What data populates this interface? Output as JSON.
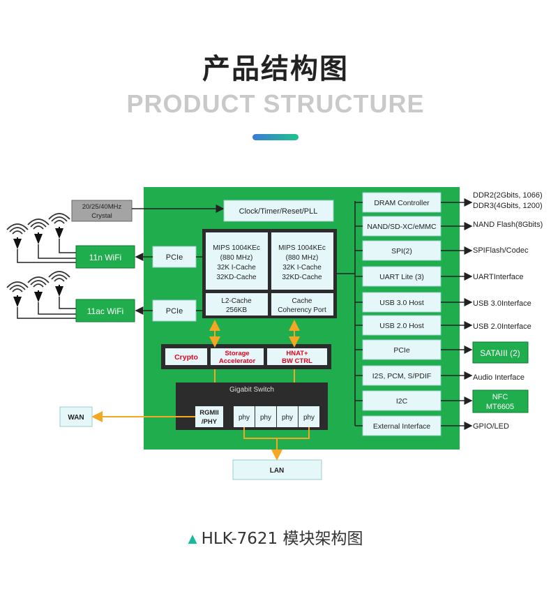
{
  "header": {
    "title_cn": "产品结构图",
    "title_en": "PRODUCT STRUCTURE"
  },
  "colors": {
    "board_green": "#1fad4d",
    "box_fill": "#e6f7fa",
    "dark": "#2c2c2c",
    "red_text": "#e8001c",
    "arrow_orange": "#f5a623",
    "accent_blue": "#3a7bd5",
    "accent_teal": "#1fc48a"
  },
  "diagram": {
    "crystal": {
      "line1": "20/25/40MHz",
      "line2": "Crystal"
    },
    "clock": "Clock/Timer/Reset/PLL",
    "wifi_11n": "11n WiFi",
    "wifi_11ac": "11ac WiFi",
    "pcie_left_1": "PCIe",
    "pcie_left_2": "PCIe",
    "cpu": [
      {
        "l1": "MIPS 1004KEc",
        "l2": "(880 MHz)",
        "l3": "32K I-Cache",
        "l4": "32KD-Cache"
      },
      {
        "l1": "MIPS 1004KEc",
        "l2": "(880 MHz)",
        "l3": "32K I-Cache",
        "l4": "32KD-Cache"
      }
    ],
    "l2cache": {
      "l1": "L2-Cache",
      "l2": "256KB"
    },
    "coherency": {
      "l1": "Cache",
      "l2": "Coherency Port"
    },
    "crypto": "Crypto",
    "storage": {
      "l1": "Storage",
      "l2": "Accelerator"
    },
    "hnat": {
      "l1": "HNAT+",
      "l2": "BW CTRL"
    },
    "switch_label": "Gigabit Switch",
    "rgmii": {
      "l1": "RGMII",
      "l2": "/PHY"
    },
    "phy": [
      "phy",
      "phy",
      "phy",
      "phy"
    ],
    "wan": "WAN",
    "lan": "LAN",
    "right_blocks": [
      "DRAM Controller",
      "NAND/SD-XC/eMMC",
      "SPI(2)",
      "UART Lite (3)",
      "USB 3.0 Host",
      "USB 2.0 Host",
      "PCIe",
      "I2S, PCM, S/PDIF",
      "I2C",
      "External Interface"
    ],
    "outputs": {
      "dram_l1": "DDR2(2Gbits, 1066)",
      "dram_l2": "DDR3(4Gbits, 1200)",
      "nand": "NAND Flash(8Gbits)",
      "spi": "SPIFlash/Codec",
      "uart": "UARTInterface",
      "usb3": "USB 3.0Interface",
      "usb2": "USB 2.0Interface",
      "sata": "SATAIII (2)",
      "audio": "Audio Interface",
      "nfc_l1": "NFC",
      "nfc_l2": "MT6605",
      "gpio": "GPIO/LED"
    }
  },
  "caption": "HLK-7621 模块架构图"
}
